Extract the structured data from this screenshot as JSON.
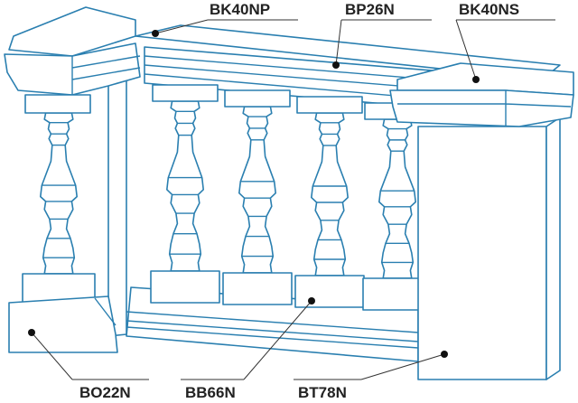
{
  "colors": {
    "line": "#2a7fb0",
    "label": "#222222"
  },
  "labels": {
    "top_left_cap": "BK40NP",
    "top_rail": "BP26N",
    "top_right_cap": "BK40NS",
    "left_base": "BO22N",
    "bottom_rail": "BB66N",
    "right_pier": "BT78N"
  }
}
